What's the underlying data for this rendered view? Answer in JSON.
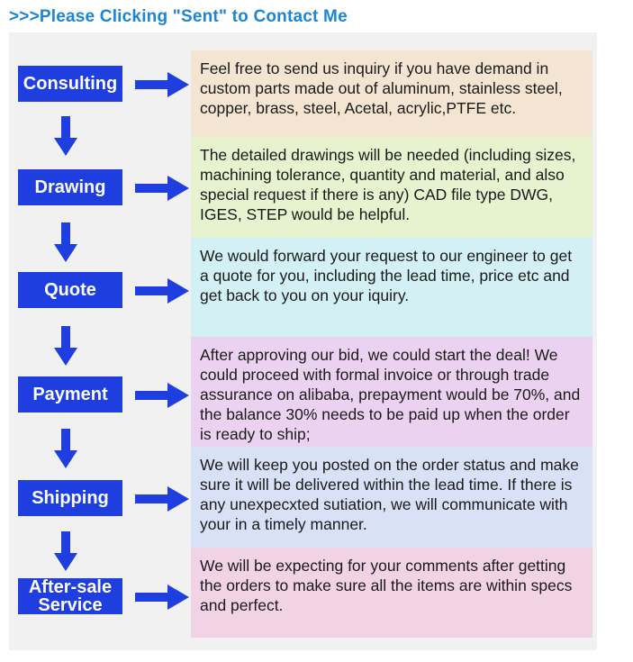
{
  "header": {
    "text": ">>>Please Clicking \"Sent\" to Contact  Me"
  },
  "colors": {
    "accent": "#1b86d6",
    "step_box": "#1f3ee0",
    "arrow": "#1f3ee0"
  },
  "steps": [
    {
      "label": "Consulting",
      "description": "Feel free to send us inquiry if you have demand in custom parts made out of aluminum, stainless steel, copper, brass, steel, Acetal, acrylic,PTFE etc.",
      "color": "#f3e5d2"
    },
    {
      "label": "Drawing",
      "description": "The detailed drawings will be needed (including sizes, machining tolerance, quantity and material, and also special request if there is any)  CAD file type DWG, IGES, STEP would be helpful.",
      "color": "#e7f2cf"
    },
    {
      "label": "Quote",
      "description": "We would forward your request to our engineer to get a quote for you, including the lead time, price etc and get back to you on your iquiry.",
      "color": "#d3f1f4"
    },
    {
      "label": "Payment",
      "description": "After approving our bid, we could start the deal! We could proceed with formal invoice or through trade assurance on alibaba, prepayment would be 70%, and the balance 30% needs to be paid up when the order is ready to ship;",
      "color": "#ecd2f1"
    },
    {
      "label": "Shipping",
      "description": "We will keep you posted on the order status and make sure it will be delivered within the lead time. If there is any unexpecxted sutiation, we will communicate with your in a timely manner.",
      "color": "#d9e1f6"
    },
    {
      "label": "After-sale\nService",
      "description": "We will be expecting for your comments after getting the orders to make sure all the items are within specs and perfect.",
      "color": "#f2d3e6"
    }
  ]
}
